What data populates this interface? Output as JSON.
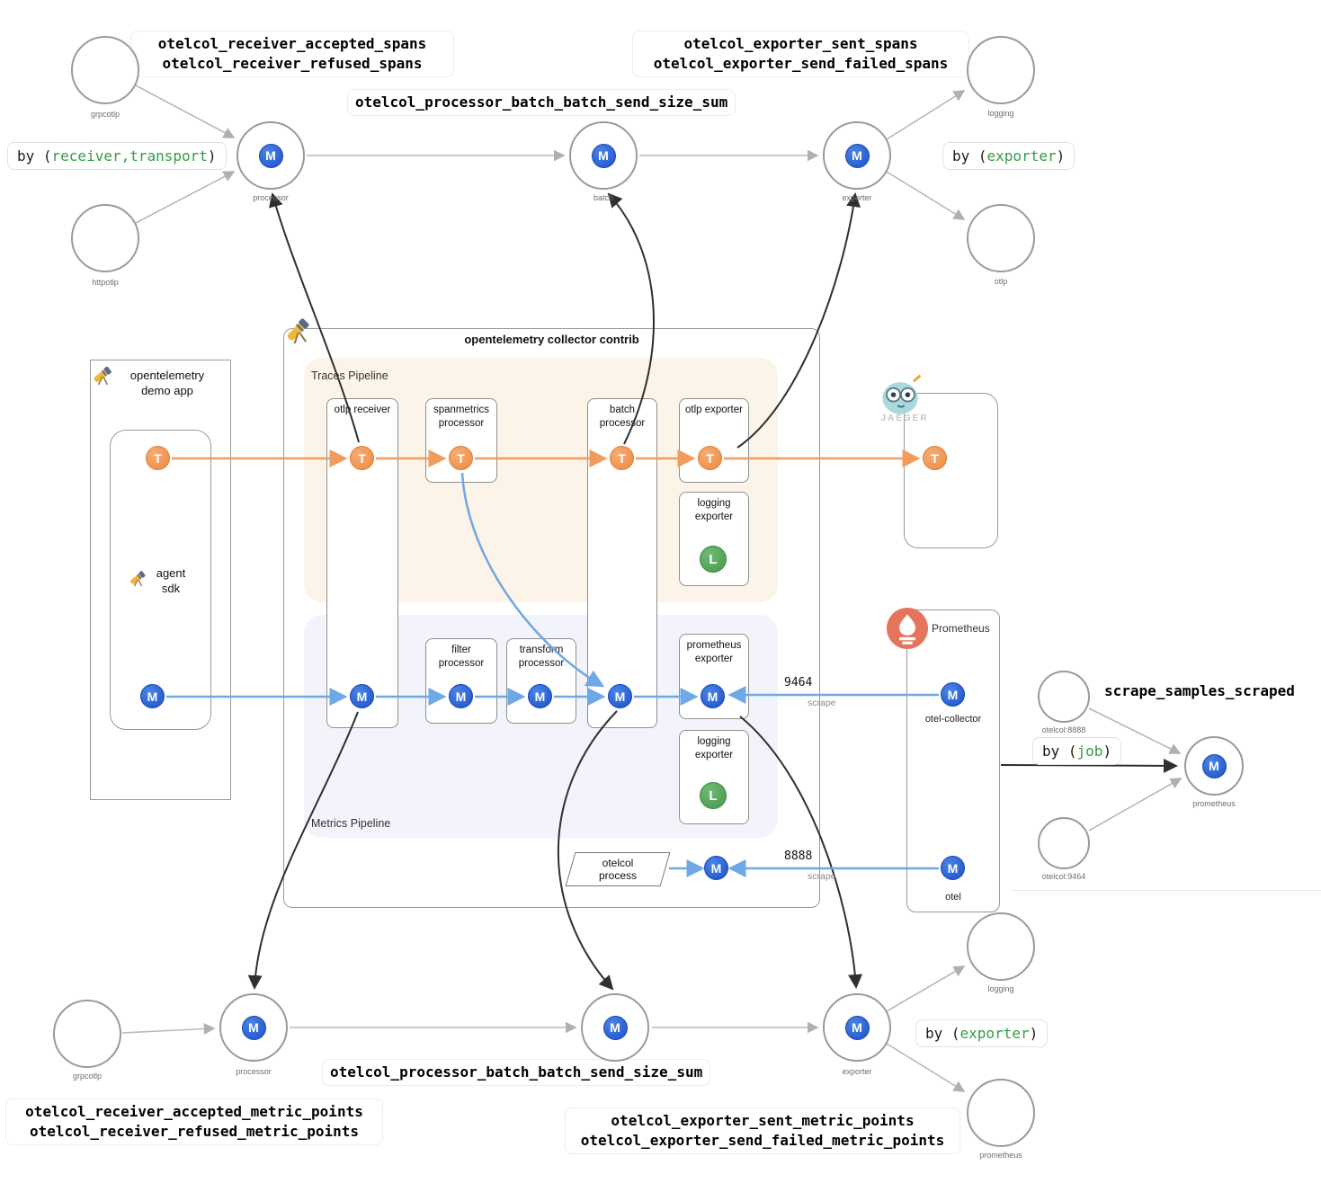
{
  "colors": {
    "metric_blue": "#2663d0",
    "trace_orange": "#f0975a",
    "log_green": "#55a759",
    "green_text": "#2f9e44",
    "line_blue": "#6fa8e6",
    "line_orange": "#f09c5e"
  },
  "badges": {
    "metric": "M",
    "trace": "T",
    "log": "L"
  },
  "top_flow": {
    "label_receiver_line1": "otelcol_receiver_accepted_spans",
    "label_receiver_line2": "otelcol_receiver_refused_spans",
    "label_processor": "otelcol_processor_batch_batch_send_size_sum",
    "label_exporter_line1": "otelcol_exporter_sent_spans",
    "label_exporter_line2": "otelcol_exporter_send_failed_spans",
    "by_receiver": {
      "prefix": "by (",
      "highlight": "receiver,transport",
      "suffix": ")"
    },
    "by_exporter": {
      "prefix": "by (",
      "highlight": "exporter",
      "suffix": ")"
    },
    "nodes": {
      "grpcotlp": "grpcotlp",
      "httpotlp": "httpotlp",
      "processor": "processor",
      "batch": "batch",
      "exporter": "exporter",
      "logging": "logging",
      "otlp": "otlp"
    }
  },
  "demo_app": {
    "title_line1": "opentelemetry",
    "title_line2": "demo app",
    "sdk_line1": "agent",
    "sdk_line2": "sdk"
  },
  "collector": {
    "title": "opentelemetry collector contrib",
    "traces_pipeline_label": "Traces Pipeline",
    "metrics_pipeline_label": "Metrics Pipeline",
    "components": {
      "otlp_receiver": "otlp receiver",
      "spanmetrics_processor": "spanmetrics processor",
      "batch_processor": "batch processor",
      "otlp_exporter": "otlp exporter",
      "logging_exporter_traces": "logging exporter",
      "filter_processor": "filter processor",
      "transform_processor": "transform processor",
      "prometheus_exporter": "prometheus exporter",
      "logging_exporter_metrics": "logging exporter"
    }
  },
  "jaeger": {
    "name": "JAEGER"
  },
  "prometheus_panel": {
    "title": "Prometheus",
    "otel_collector_label": "otel-collector",
    "otel_label": "otel"
  },
  "scrape": {
    "port_collector": "9464",
    "port_otel": "8888",
    "scrape_label": "scrape"
  },
  "otelcol_process": {
    "line1": "otelcol",
    "line2": "process"
  },
  "right_panel": {
    "otelcol_8888": "otelcol:8888",
    "otelcol_9464": "otelcol:9464",
    "scrape_samples_label": "scrape_samples_scraped",
    "by_job": {
      "prefix": "by (",
      "highlight": "job",
      "suffix": ")"
    },
    "prometheus_node_label": "prometheus"
  },
  "bottom_flow": {
    "label_processor": "otelcol_processor_batch_batch_send_size_sum",
    "label_receiver_line1": "otelcol_receiver_accepted_metric_points",
    "label_receiver_line2": "otelcol_receiver_refused_metric_points",
    "label_exporter_line1": "otelcol_exporter_sent_metric_points",
    "label_exporter_line2": "otelcol_exporter_send_failed_metric_points",
    "by_exporter": {
      "prefix": "by (",
      "highlight": "exporter",
      "suffix": ")"
    },
    "nodes": {
      "grpcotlp": "grpcotlp",
      "processor": "processor",
      "exporter": "exporter",
      "logging": "logging",
      "prometheus": "prometheus"
    }
  }
}
